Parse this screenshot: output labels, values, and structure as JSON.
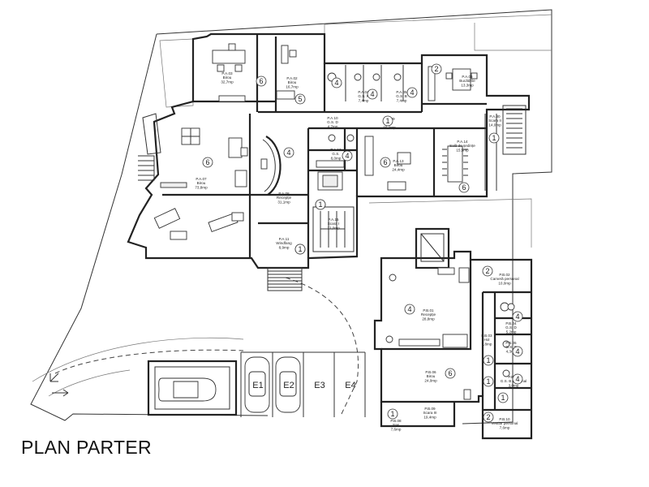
{
  "title": "PLAN PARTER",
  "rooms": [
    {
      "id": "p03",
      "name": "P.A.03",
      "sub": "Birou",
      "area": "32,7mp",
      "badge": "6"
    },
    {
      "id": "p02",
      "name": "P.A.02",
      "sub": "Birou",
      "area": "16,7mp",
      "badge": "5"
    },
    {
      "id": "p06",
      "name": "P.A.06",
      "sub": "Bucătărie",
      "area": "13,3mp",
      "badge": "2"
    },
    {
      "id": "p04",
      "name": "P.A.04",
      "sub": "G.S. F",
      "area": "7,4mp",
      "badge": "4"
    },
    {
      "id": "p05",
      "name": "P.A.05",
      "sub": "G.S. B",
      "area": "7,4mp",
      "badge": "4"
    },
    {
      "id": "p10",
      "name": "P.A.10",
      "sub": "G.S. D",
      "area": "4,7mp",
      "badge": "4"
    },
    {
      "id": "p09",
      "name": "P.A.09",
      "sub": "Hol",
      "area": "15,2mp",
      "badge": "1"
    },
    {
      "id": "p30",
      "name": "P.A.30",
      "sub": "Scara II",
      "area": "14,0mp",
      "badge": "1"
    },
    {
      "id": "p07",
      "name": "P.A.07",
      "sub": "Birou",
      "area": "73,8mp",
      "badge": "6"
    },
    {
      "id": "p08",
      "name": "P.A.08",
      "sub": "Recepție",
      "area": "31,1mp",
      "badge": "4"
    },
    {
      "id": "p12",
      "name": "P.A.12",
      "sub": "G.S.",
      "area": "8,0mp",
      "badge": "4"
    },
    {
      "id": "p13",
      "name": "P.A.13",
      "sub": "Birou",
      "area": "24,4mp",
      "badge": "6"
    },
    {
      "id": "p14",
      "name": "P.A.14",
      "sub": "Sală de ședințe",
      "area": "15,5mp",
      "badge": "6"
    },
    {
      "id": "p15",
      "name": "P.A.15",
      "sub": "Scara I",
      "area": "12,0mp",
      "badge": "1"
    },
    {
      "id": "p11",
      "name": "P.A.11",
      "sub": "Windfang",
      "area": "8,9mp",
      "badge": "1"
    },
    {
      "id": "pb02",
      "name": "P.B.02",
      "sub": "Cameră personal",
      "area": "10,0mp",
      "badge": "2"
    },
    {
      "id": "pb01",
      "name": "P.B.01",
      "sub": "Recepție",
      "area": "28,8mp",
      "badge": "4"
    },
    {
      "id": "pb04",
      "name": "P.B.04",
      "sub": "G.S. D",
      "area": "5,2mp",
      "badge": "4"
    },
    {
      "id": "pb03",
      "name": "P.B.03",
      "sub": "Hol",
      "area": "7,8mp",
      "badge": "1"
    },
    {
      "id": "pb05",
      "name": "P.B.05",
      "sub": "G.S. F",
      "area": "4,3mp",
      "badge": "4"
    },
    {
      "id": "pb06",
      "name": "P.B.06",
      "sub": "Birou",
      "area": "24,0mp",
      "badge": "6"
    },
    {
      "id": "pb07",
      "name": "P.B.07",
      "sub": "G.S. B personal",
      "area": "3,0mp",
      "badge": "4"
    },
    {
      "id": "pb09",
      "name": "P.B.09",
      "sub": "Scara III",
      "area": "19,4mp",
      "badge": ""
    },
    {
      "id": "pb08",
      "name": "P.B.08",
      "sub": "Sas",
      "area": "7,6mp",
      "badge": "1"
    },
    {
      "id": "pb10",
      "name": "P.B.10",
      "sub": "Vestiar personal",
      "area": "7,6mp",
      "badge": "2"
    }
  ],
  "extra_badges": [
    "1",
    "1",
    "1",
    "1"
  ],
  "parking": [
    "E1",
    "E2",
    "E3",
    "E4"
  ]
}
